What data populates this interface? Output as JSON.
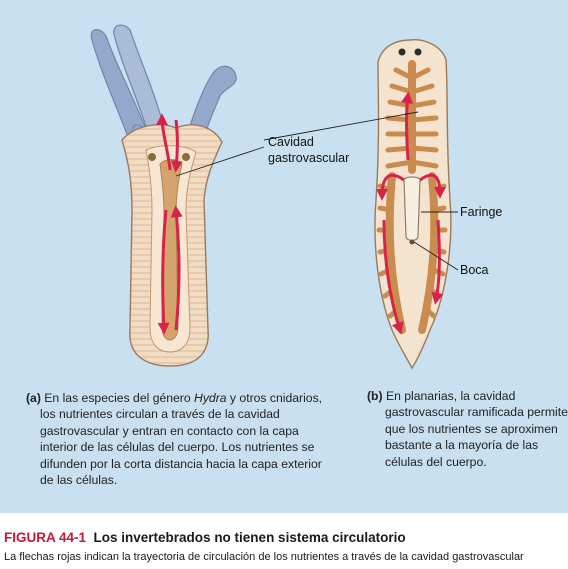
{
  "labels": {
    "cavity_line1": "Cavidad",
    "cavity_line2": "gastrovascular",
    "pharynx": "Faringe",
    "mouth": "Boca"
  },
  "caption_a": {
    "letter": "(a)",
    "before": "En las especies del género ",
    "genus": "Hydra",
    "after": " y otros cnidarios, los nutrientes circulan a través de la cavidad gastrovascular y entran en contacto con la capa interior de las células del cuerpo. Los nutrientes se difunden por la corta distancia hacia la capa exterior de las células."
  },
  "caption_b": {
    "letter": "(b)",
    "text": "En planarias, la cavidad gastrovascular ramificada permite que los nutrientes se aproximen bastante a la mayoría de las células del cuerpo."
  },
  "figure": {
    "number": "FIGURA 44-1",
    "title": "Los invertebrados no tienen sistema circulatorio",
    "subtitle": "La flechas rojas indican la trayectoria de circulación de los nutrientes a través de la cavidad gastrovascular"
  },
  "colors": {
    "panel_background": "#c8e0ef",
    "arrow_red": "#d8224a",
    "figure_number": "#c4173a",
    "tentacle_blue": "#8fa6c9",
    "body_peach": "#f3ddc6",
    "cavity_tan": "#d4a46c"
  }
}
